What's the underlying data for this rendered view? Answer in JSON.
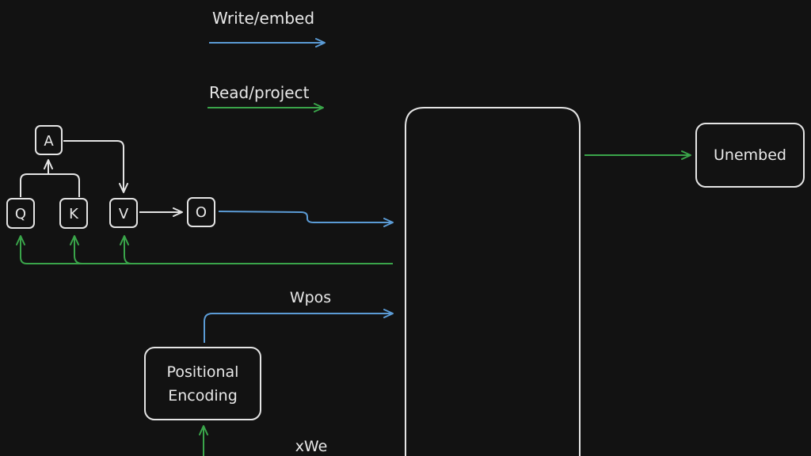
{
  "legend": {
    "write_label": "Write/embed",
    "read_label": "Read/project"
  },
  "colors": {
    "background": "#121212",
    "write": "#5b9bd5",
    "read": "#3aa54a",
    "node": "#e4e4e4"
  },
  "nodes": {
    "a": "A",
    "q": "Q",
    "k": "K",
    "v": "V",
    "o": "O",
    "unembed": "Unembed",
    "positional_line1": "Positional",
    "positional_line2": "Encoding"
  },
  "edge_labels": {
    "wpos": "Wpos",
    "xwe": "xWe"
  }
}
